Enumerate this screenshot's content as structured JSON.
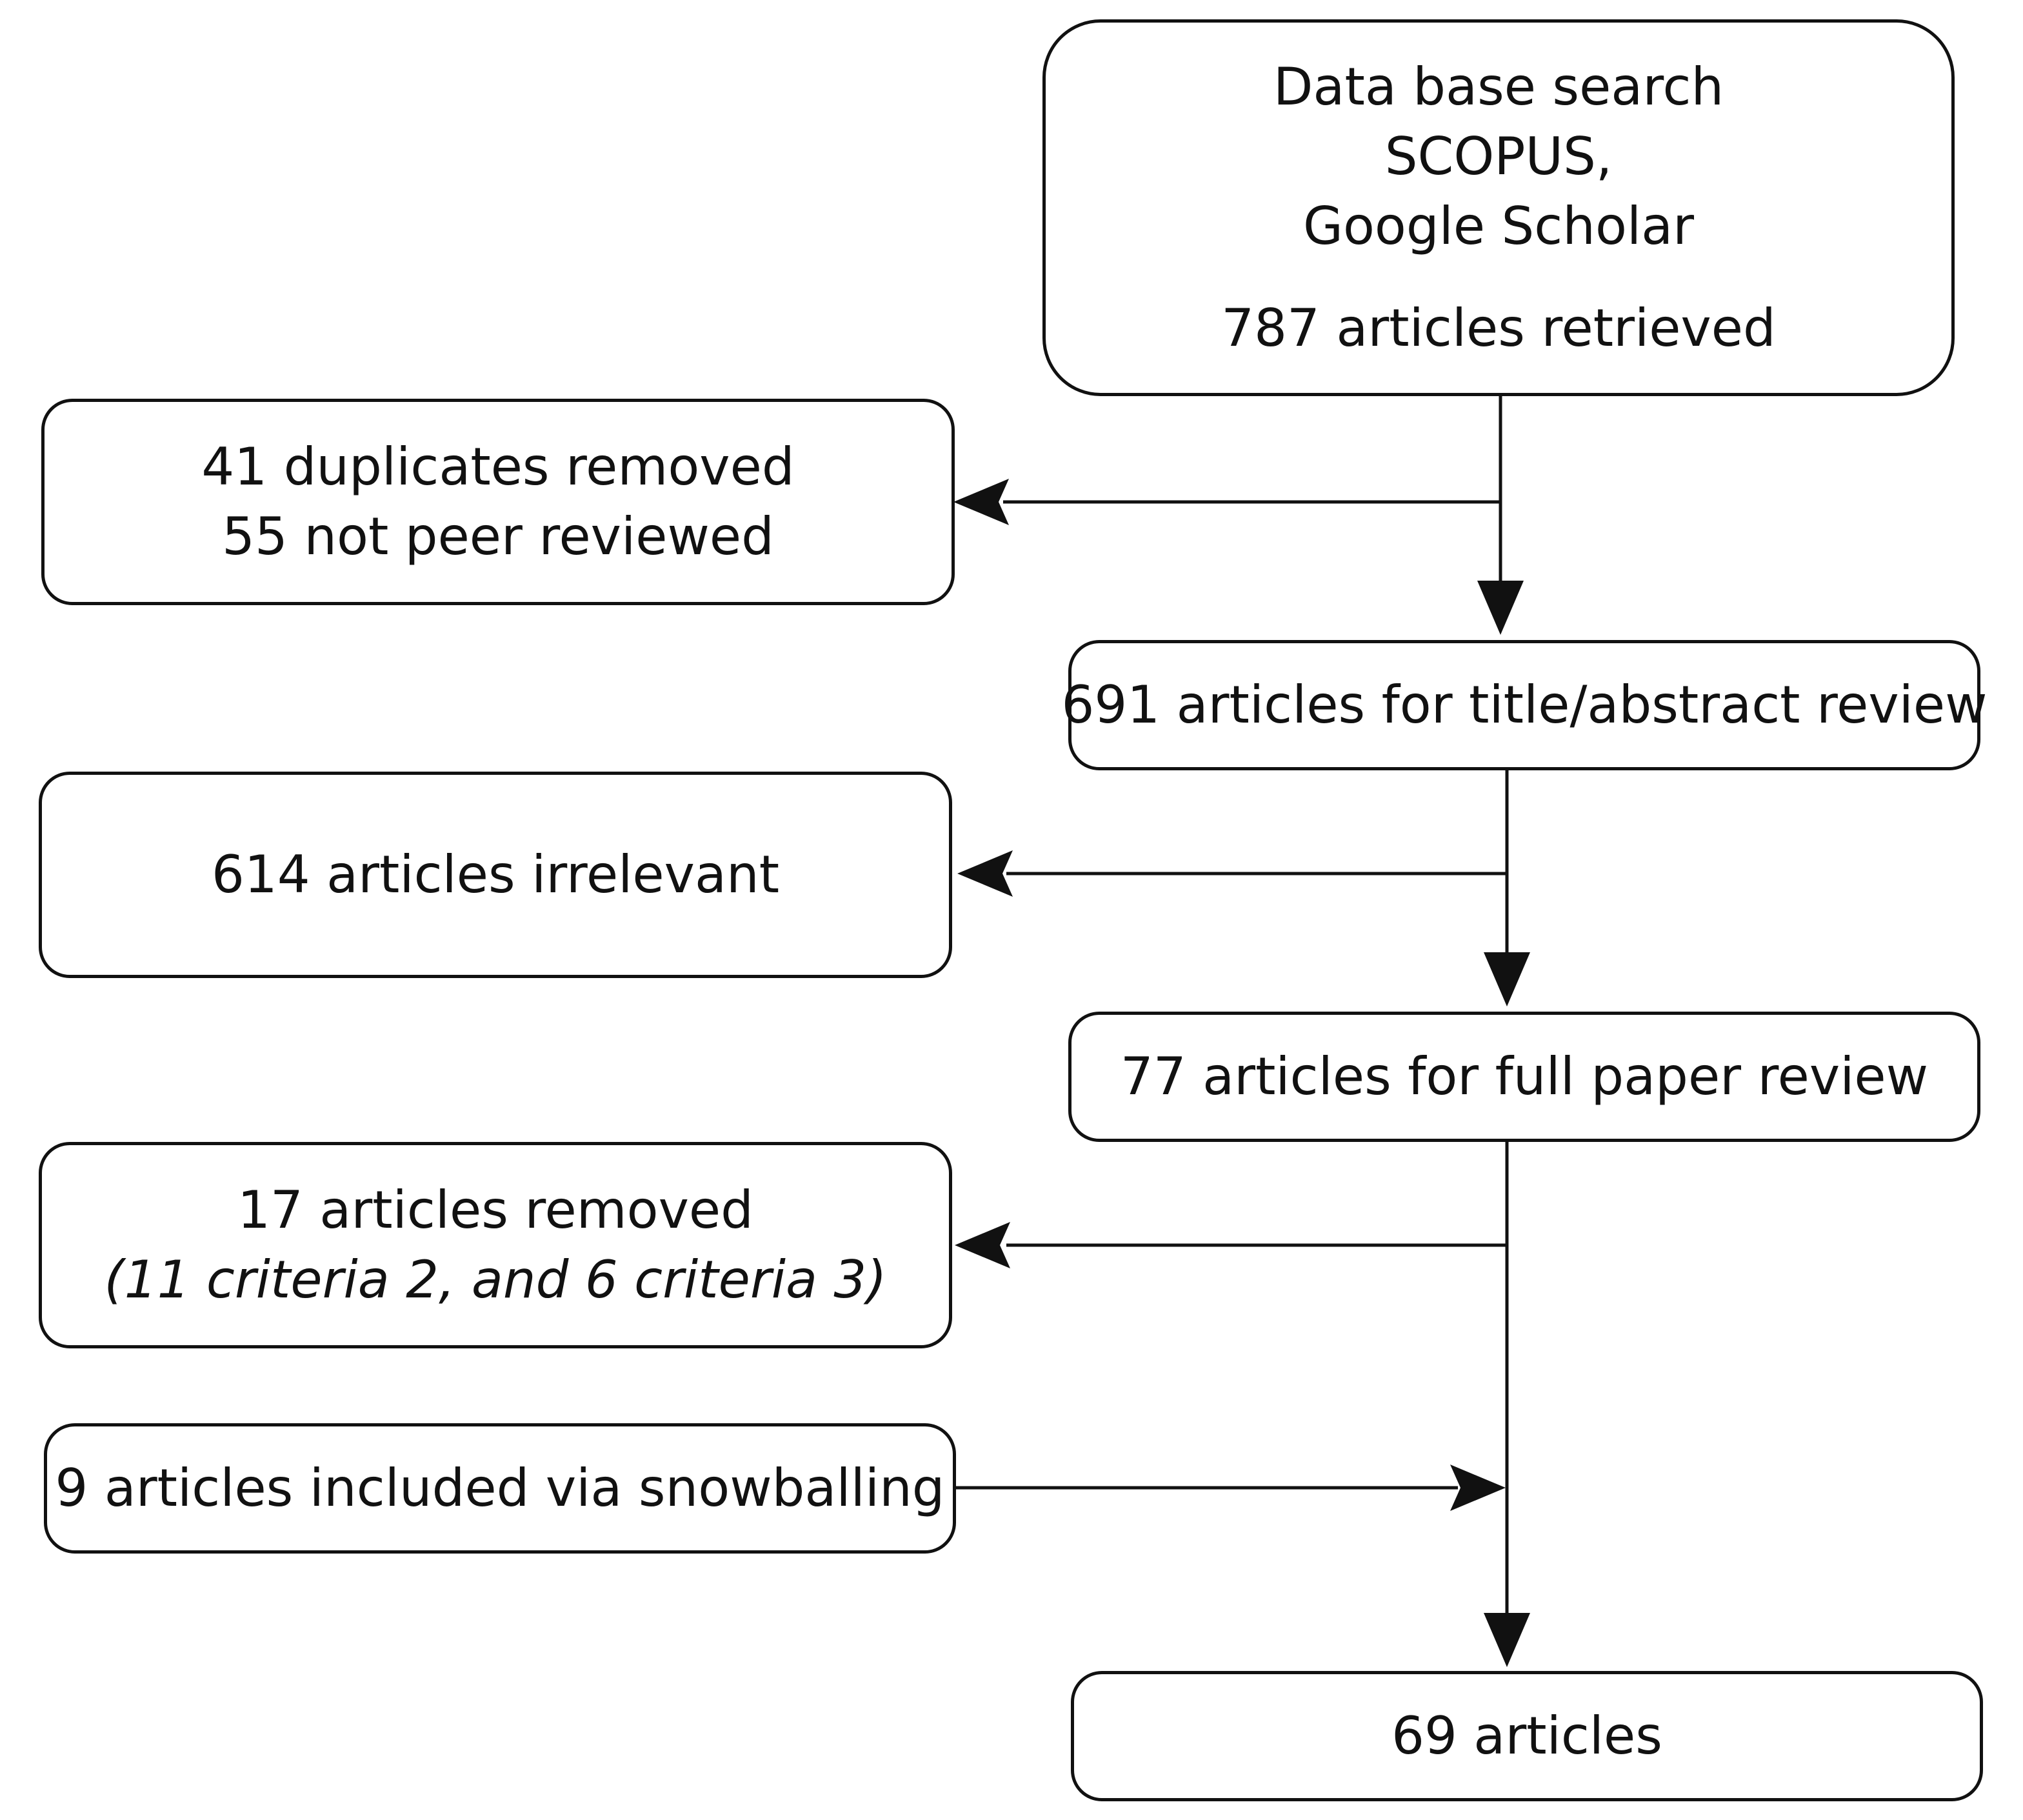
{
  "search": {
    "line1": "Data base search",
    "line2": "SCOPUS,",
    "line3": "Google Scholar",
    "count": "787 articles retrieved"
  },
  "excluded_first": {
    "line1": "41 duplicates removed",
    "line2": "55 not peer reviewed"
  },
  "title_abstract_review": "691 articles for title/abstract review",
  "irrelevant": "614 articles irrelevant",
  "full_paper_review": "77 articles for full paper review",
  "excluded_second": {
    "line1": "17 articles removed",
    "line2": "(11  criteria 2, and 6 criteria 3)"
  },
  "snowballing": "9 articles included via snowballing",
  "final": "69 articles"
}
